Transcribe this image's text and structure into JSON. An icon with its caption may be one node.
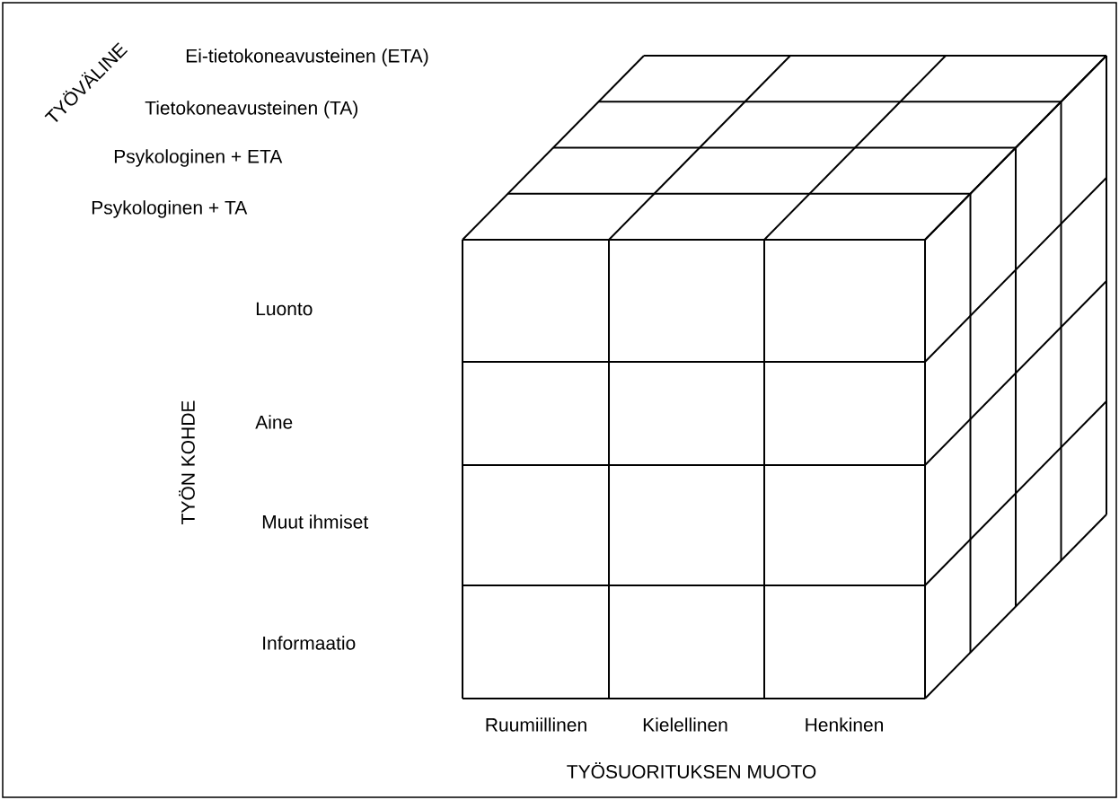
{
  "diagram": {
    "labels": [
      "TYÖVÄLINE",
      "Ei-tietokoneavusteinen (ETA)",
      "Tietokoneavusteinen (TA)",
      "Psykologinen + ETA",
      "Psykologinen + TA",
      "Luonto",
      "Aine",
      "Muut ihmiset",
      "Informaatio",
      "TYÖN KOHDE",
      "Ruumiillinen",
      "Kielellinen",
      "Henkinen",
      "TYÖSUORITUKSEN MUOTO"
    ]
  }
}
